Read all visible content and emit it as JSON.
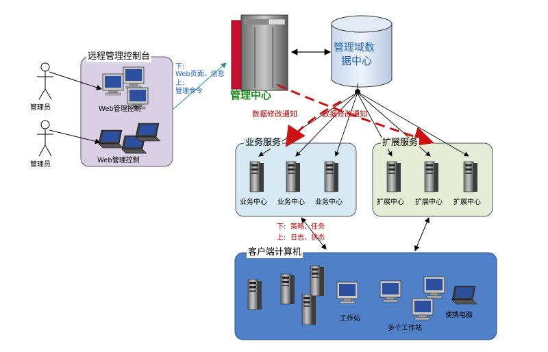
{
  "remote_console": {
    "title": "远程管理控制台",
    "web_console_label_1": "Web管理控制",
    "web_console_label_2": "Web管理控制"
  },
  "admins": [
    "管理员",
    "管理员"
  ],
  "console_link": {
    "down_label": "下:",
    "down_text": "Web页面、信息",
    "up_label": "上:",
    "up_text": "管理命令"
  },
  "management_center": {
    "label": "管理中心"
  },
  "data_center": {
    "label_line1": "管理域数",
    "label_line2": "据中心"
  },
  "notify_label": "数据修改通知",
  "business_group": {
    "title": "业务服务",
    "servers": [
      "业务中心",
      "业务中心",
      "业务中心"
    ]
  },
  "extension_group": {
    "title": "扩展服务",
    "servers": [
      "扩展中心",
      "扩展中心",
      "扩展中心"
    ]
  },
  "client_link": {
    "down_label": "下:",
    "down_text": "策略、任务",
    "up_label": "上:",
    "up_text": "日志、状态"
  },
  "client_group": {
    "title": "客户端计算机",
    "workstation_label": "工作站",
    "multi_workstation_label": "多个工作站",
    "laptop_label": "便携电脑"
  },
  "colors": {
    "remote_bg": "#d9d0e6",
    "business_bg": "#d7eaf3",
    "extension_bg": "#e6ecd6",
    "client_bg": "#4f80c8",
    "notify_arrow": "#cc1111"
  }
}
